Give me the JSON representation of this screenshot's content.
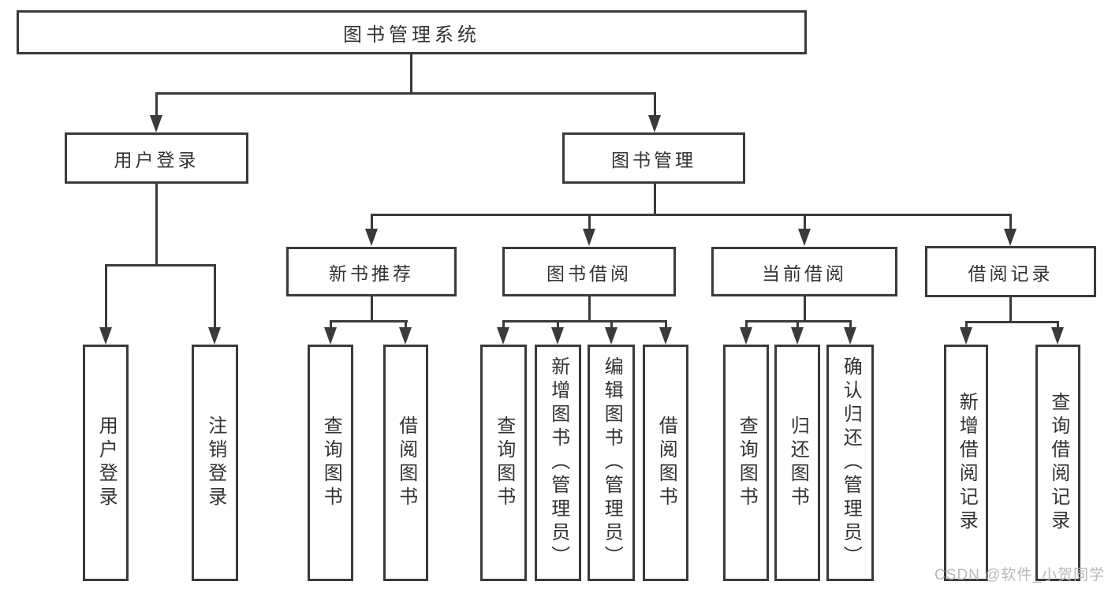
{
  "diagram": {
    "root": {
      "label": "图书管理系统"
    },
    "branches": [
      {
        "label": "用户登录",
        "children": [
          {
            "label": "用户登录"
          },
          {
            "label": "注销登录"
          }
        ]
      },
      {
        "label": "图书管理",
        "groups": [
          {
            "label": "新书推荐",
            "children": [
              {
                "label": "查询图书"
              },
              {
                "label": "借阅图书"
              }
            ]
          },
          {
            "label": "图书借阅",
            "children": [
              {
                "label": "查询图书"
              },
              {
                "label": "新增图书（管理员）"
              },
              {
                "label": "编辑图书（管理员）"
              },
              {
                "label": "借阅图书"
              }
            ]
          },
          {
            "label": "当前借阅",
            "children": [
              {
                "label": "查询图书"
              },
              {
                "label": "归还图书"
              },
              {
                "label": "确认归还（管理员）"
              }
            ]
          },
          {
            "label": "借阅记录",
            "children": [
              {
                "label": "新增借阅记录"
              },
              {
                "label": "查询借阅记录"
              }
            ]
          }
        ]
      }
    ]
  },
  "watermark": {
    "text": "CSDN @软件_小贺同学"
  },
  "colors": {
    "line": "#3a3a3a",
    "text": "#333333",
    "box_border": "#3a3a3a",
    "background": "#ffffff",
    "watermark_gray": "#b8b8b8"
  }
}
